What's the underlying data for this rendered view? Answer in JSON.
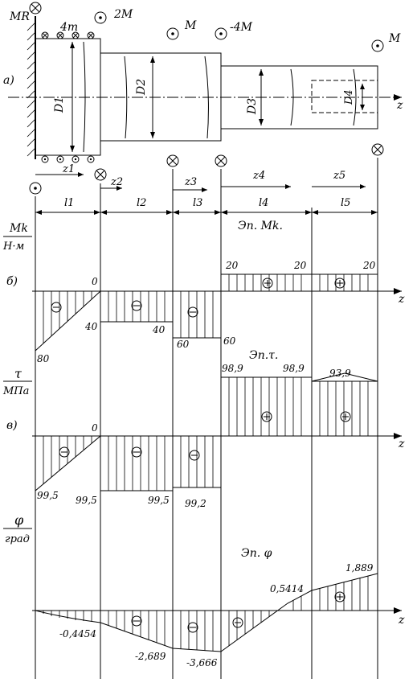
{
  "labels": {
    "mk_wall": "MR",
    "m4": "4m",
    "m2": "2M",
    "m1": "M",
    "m_neg4": "-4M",
    "m_end": "M",
    "part_a": "а)",
    "part_b": "б)",
    "part_v": "в)",
    "axis_z": "z",
    "d1": "D1",
    "d2": "D2",
    "d3": "D3",
    "d4": "D4",
    "z1": "z1",
    "z2": "z2",
    "z3": "z3",
    "z4": "z4",
    "z5": "z5",
    "l1": "l1",
    "l2": "l2",
    "l3": "l3",
    "l4": "l4",
    "l5": "l5"
  },
  "torque": {
    "ylabel_top": "Mk",
    "ylabel_bottom": "Н·м",
    "title": "Эп. Mk.",
    "values": [
      "0",
      "40",
      "80",
      "40",
      "60",
      "60",
      "20",
      "20",
      "20"
    ]
  },
  "stress": {
    "ylabel_top": "τ",
    "ylabel_bottom": "МПа",
    "title": "Эп.τ.",
    "values": [
      "0",
      "99,5",
      "99,5",
      "99,5",
      "99,2",
      "98,9",
      "98,9",
      "93,9"
    ]
  },
  "angle": {
    "ylabel_top": "φ",
    "ylabel_bottom": "град",
    "title": "Эп. φ",
    "values": [
      "-0,4454",
      "-2,689",
      "-3,666",
      "0,5414",
      "1,889"
    ]
  },
  "chart_data": [
    {
      "type": "area",
      "title": "Эп. Mk.",
      "ylabel": "Mk, Н·м",
      "segments": [
        "l1",
        "l2",
        "l3",
        "l4",
        "l5"
      ],
      "values_start": [
        -80,
        -40,
        -60,
        20,
        20
      ],
      "values_end": [
        0,
        -40,
        -60,
        20,
        20
      ]
    },
    {
      "type": "area",
      "title": "Эп.τ.",
      "ylabel": "τ, МПа",
      "segments": [
        "l1",
        "l2",
        "l3",
        "l4",
        "l5"
      ],
      "values_start": [
        -99.5,
        -99.5,
        -99.2,
        98.9,
        93.9
      ],
      "values_end": [
        0,
        -99.5,
        -99.2,
        98.9,
        93.9
      ]
    },
    {
      "type": "line",
      "title": "Эп. φ",
      "ylabel": "φ, град",
      "x": [
        "0",
        "l1",
        "l1+l2",
        "l1+l2+l3",
        "l1+..+l4",
        "l1+..+l5"
      ],
      "y": [
        0,
        -0.4454,
        -2.689,
        -3.666,
        0.5414,
        1.889
      ]
    }
  ]
}
